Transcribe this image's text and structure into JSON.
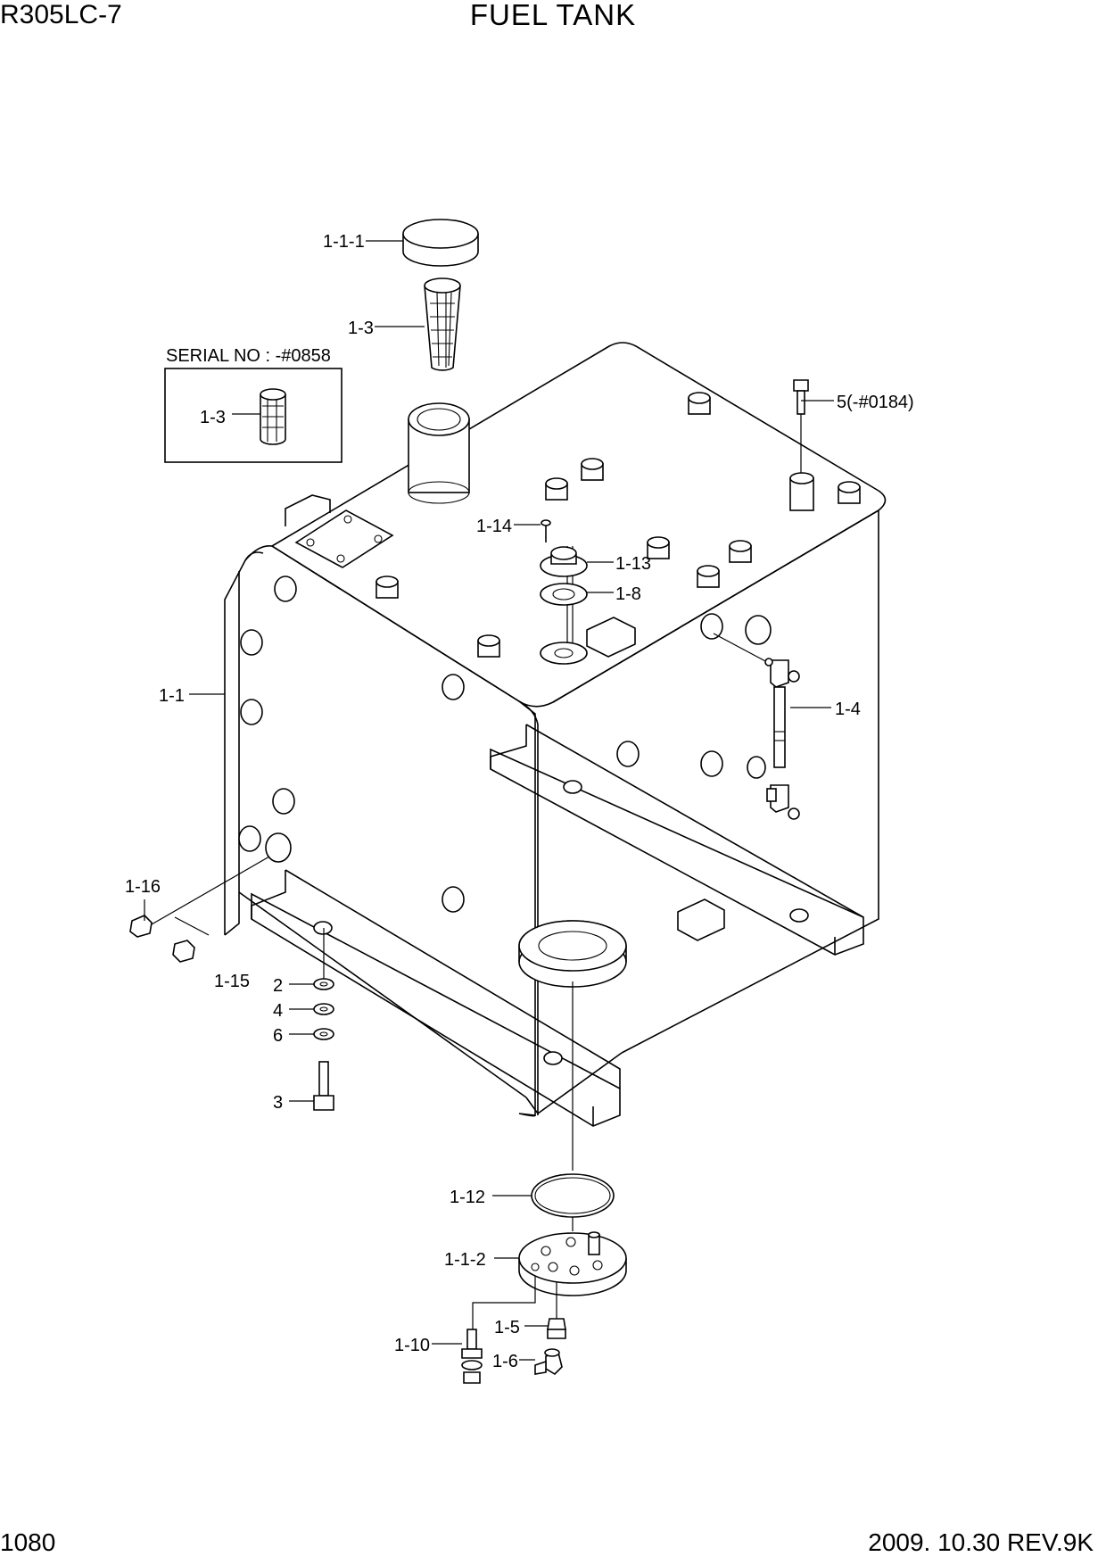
{
  "header": {
    "model": "R305LC-7",
    "title": "FUEL TANK"
  },
  "footer": {
    "page_number": "1080",
    "date_revision": "2009. 10.30  REV.9K"
  },
  "inset": {
    "caption": "SERIAL NO : -#0858",
    "part_label": "1-3"
  },
  "callouts": {
    "p1_1_1": "1-1-1",
    "p1_3": "1-3",
    "p5": "5(-#0184)",
    "p1_14": "1-14",
    "p1_13": "1-13",
    "p1_8": "1-8",
    "p1_1": "1-1",
    "p1_4": "1-4",
    "p1_16": "1-16",
    "p1_15": "1-15",
    "p2": "2",
    "p4": "4",
    "p6": "6",
    "p3": "3",
    "p1_12": "1-12",
    "p1_1_2": "1-1-2",
    "p1_5": "1-5",
    "p1_10": "1-10",
    "p1_6": "1-6"
  }
}
